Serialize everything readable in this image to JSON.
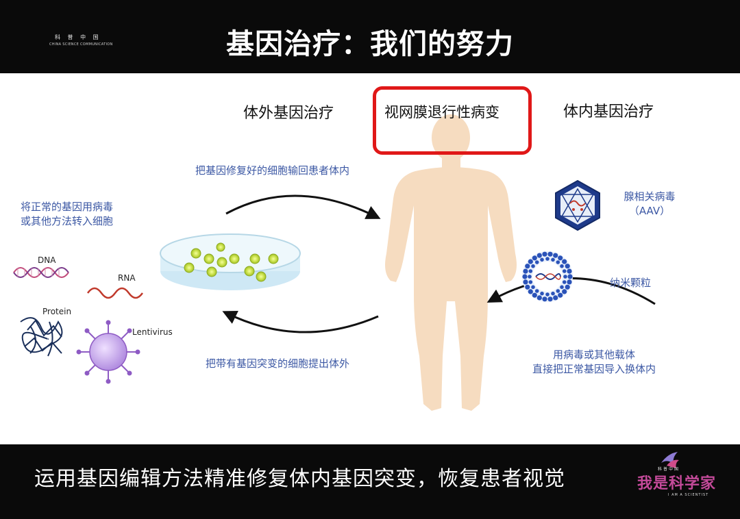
{
  "header": {
    "title": "基因治疗：我们的努力"
  },
  "logo_top": {
    "cn": "科 普 中 国",
    "en": "CHINA SCIENCE COMMUNICATION"
  },
  "diagram": {
    "ex_vivo_heading": "体外基因治疗",
    "in_vivo_heading": "体内基因治疗",
    "focus_heading": "视网膜退行性病变",
    "return_cells_label": "把基因修复好的细胞输回患者体内",
    "extract_cells_label": "把带有基因突变的细胞提出体外",
    "transfer_label_line1": "将正常的基因用病毒",
    "transfer_label_line2": "或其他方法转入细胞",
    "molecules": {
      "dna": "DNA",
      "rna": "RNA",
      "protein": "Protein",
      "lentivirus": "Lentivirus"
    },
    "aav_line1": "腺相关病毒",
    "aav_line2": "（AAV）",
    "nano_label": "纳米颗粒",
    "direct_line1": "用病毒或其他载体",
    "direct_line2": "直接把正常基因导入换体内"
  },
  "footer": {
    "caption": "运用基因编辑方法精准修复体内基因突变，恢复患者视觉",
    "brand_name": "我是科学家",
    "brand_sub": "I AM A SCIENTIST",
    "brand_logo_text": "科普中国"
  },
  "colors": {
    "accent_red": "#e01818",
    "label_blue": "#3c58a4",
    "body_skin": "#f6dcc0",
    "brand_pink": "#c44a9a"
  }
}
